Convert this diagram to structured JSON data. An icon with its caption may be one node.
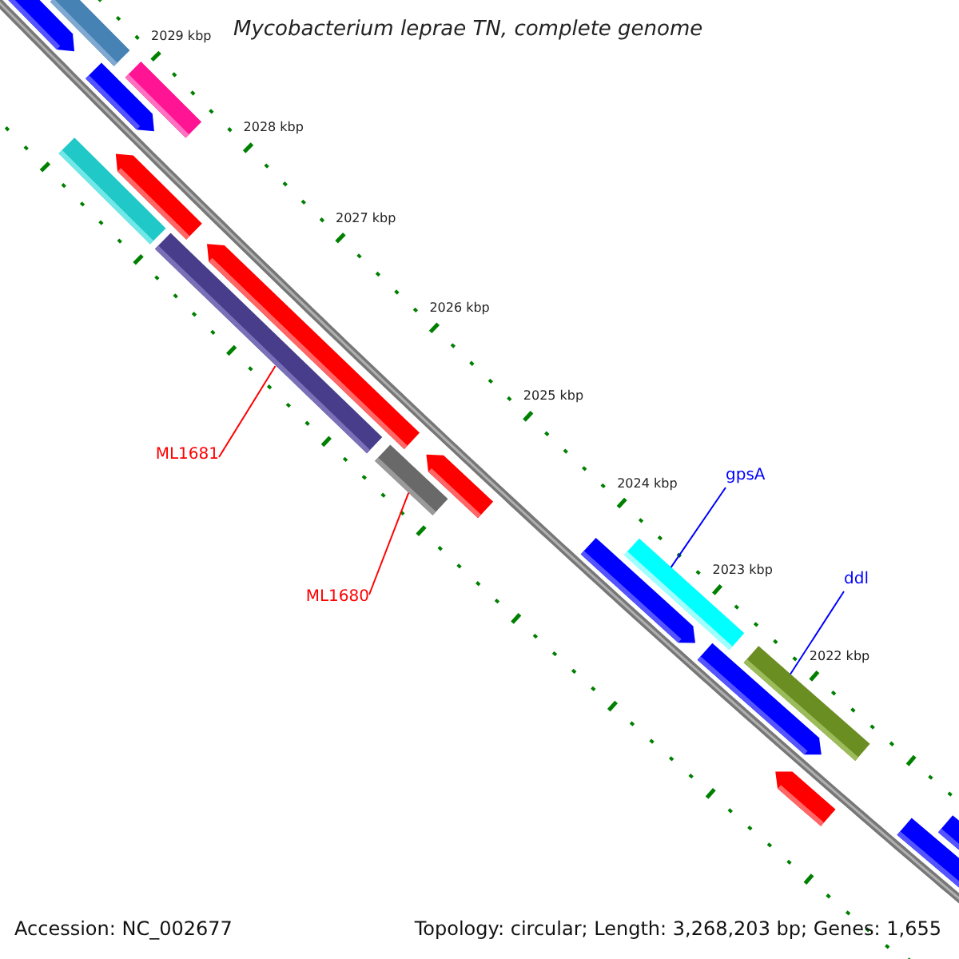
{
  "diagram": {
    "title": "Mycobacterium leprae TN, complete genome",
    "nodes": [
      {
        "text": [
          "ML1681"
        ]
      },
      {
        "text": [],
        "shape": "bar"
      },
      {
        "text": [
          "ML1680"
        ]
      },
      {
        "text": [],
        "shape": "bar"
      },
      {
        "text": [
          "gpsA"
        ]
      },
      {
        "text": [],
        "shape": "bar"
      },
      {
        "text": [
          "ddl"
        ]
      },
      {
        "text": [],
        "shape": "bar"
      }
    ],
    "edges": [
      {
        "from": 0,
        "to": 1,
        "arrow": "none",
        "color": "#ff0000"
      },
      {
        "from": 2,
        "to": 3,
        "arrow": "none",
        "color": "#ff0000"
      },
      {
        "from": 4,
        "to": 5,
        "arrow": "none",
        "color": "#0000ff"
      },
      {
        "from": 6,
        "to": 7,
        "arrow": "none",
        "color": "#0000ff"
      }
    ],
    "labels": [
      "2029 kbp",
      "2028 kbp",
      "2027 kbp",
      "2026 kbp",
      "2025 kbp",
      "2024 kbp",
      "2023 kbp",
      "2022 kbp",
      "Accession: NC_002677",
      "Topology: circular; Length: 3,268,203 bp; Genes: 1,655"
    ]
  }
}
